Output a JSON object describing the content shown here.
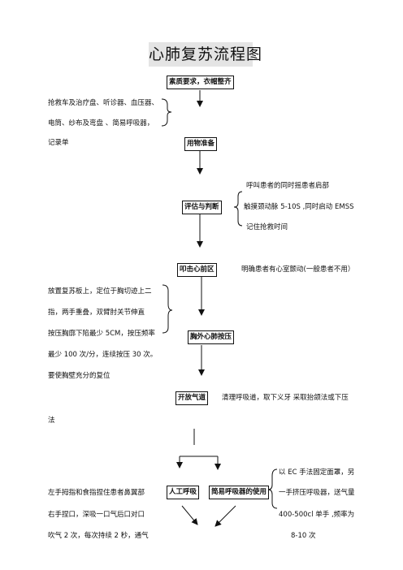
{
  "title": "心肺复苏流程图",
  "boxes": {
    "qualities": "素质要求，衣帽整齐",
    "supplies": "用物准备",
    "assess": "评估与判断",
    "precordial": "叩击心前区",
    "compression": "胸外心肺按压",
    "airway": "开放气道",
    "rescue_breath": "人工呼吸",
    "ventilator": "简易呼吸器的使用"
  },
  "supplies_list": [
    "抢救车及治疗盘、听诊器、血压器、",
    "电筒、纱布及弯盘 、简易呼吸器，",
    "记录单"
  ],
  "assess_steps": [
    "呼叫患者的同时摇患者肩部",
    "触摸颈动脉 5-10S ,同时启动 EMSS",
    "记住抢救时间"
  ],
  "precordial_note": "明确患者有心室颤动(一般患者不用）",
  "compression_steps": [
    "放置复苏板上，定位于胸切迹上二",
    "指，两手重叠，双臂肘关节伸直",
    "按压胸廓下陷最少 5CM，按压频率",
    "最少 100 次/分，连续按压 30 次。",
    "要使胸壁充分的复位"
  ],
  "airway_note": [
    "清理呼吸道，取下义牙 采取抬颌法或下压",
    "法"
  ],
  "rescue_breath_steps": [
    "左手拇指和食指捏住患者鼻翼部",
    "右手捏口，深吸一口气后口对口",
    "吹气 2 次，每次持续 2 秒，通气"
  ],
  "ventilator_steps": [
    "以 EC 手法固定面罩，另",
    "一手挤压呼吸器，送气量",
    "400-500cl 单手 ,频率为",
    "8-10 次"
  ]
}
